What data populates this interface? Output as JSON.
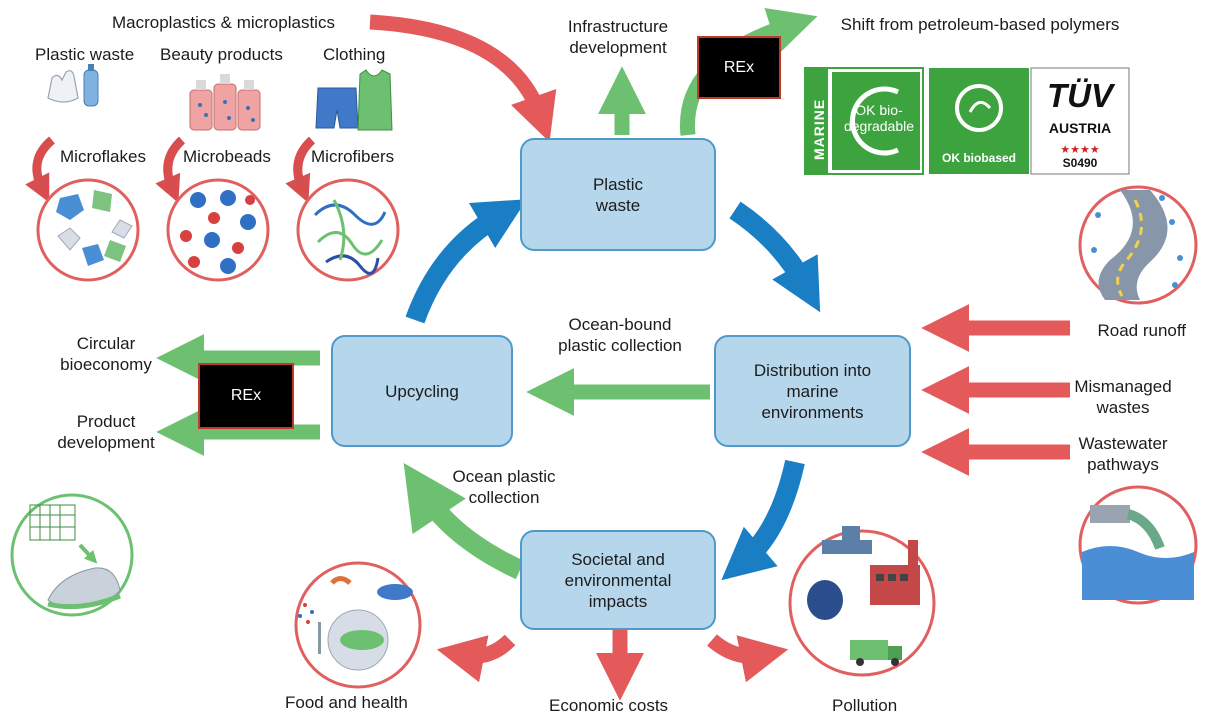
{
  "boxes": {
    "plastic_waste": "Plastic waste",
    "distribution": "Distribution into marine environments",
    "upcycling": "Upcycling",
    "impacts": "Societal and environmental impacts"
  },
  "top": {
    "macro": "Macroplastics & microplastics",
    "plastic_waste": "Plastic waste",
    "beauty": "Beauty products",
    "clothing": "Clothing",
    "microflakes": "Microflakes",
    "microbeads": "Microbeads",
    "microfibers": "Microfibers",
    "infrastructure": "Infrastructure development",
    "shift": "Shift from petroleum-based polymers"
  },
  "rex_label": "REx",
  "certs": {
    "marine": "MARINE",
    "ok_bio_degradable": "OK bio-degradable",
    "ok_biobased": "OK biobased",
    "tuv": "TÜV",
    "austria": "AUSTRIA",
    "stars": "★★★★",
    "code": "S0490"
  },
  "right": {
    "road_runoff": "Road runoff",
    "mismanaged": "Mismanaged wastes",
    "wastewater": "Wastewater pathways"
  },
  "left": {
    "circular": "Circular bioeconomy",
    "product": "Product development"
  },
  "middle": {
    "ocean_bound": "Ocean-bound plastic collection",
    "ocean_plastic": "Ocean plastic collection"
  },
  "bottom": {
    "food": "Food and health",
    "economic": "Economic costs",
    "pollution": "Pollution"
  },
  "colors": {
    "box_fill": "#b6d6ec",
    "box_border": "#4f9ac9",
    "blue_arrow": "#1a7ec4",
    "green_arrow": "#6cc070",
    "red_arrow": "#e45a5a",
    "rex_fill": "#000000",
    "cert_green": "#3da33f"
  }
}
